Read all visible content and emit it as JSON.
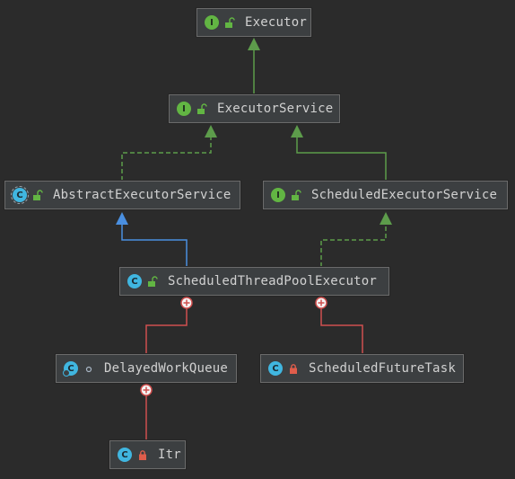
{
  "nodes": {
    "executor": {
      "label": "Executor",
      "kind": "interface",
      "badge": "I",
      "visibility": "public"
    },
    "executor_service": {
      "label": "ExecutorService",
      "kind": "interface",
      "badge": "I",
      "visibility": "public"
    },
    "abstract_executor_service": {
      "label": "AbstractExecutorService",
      "kind": "abstract-class",
      "badge": "C",
      "visibility": "public"
    },
    "scheduled_executor_service": {
      "label": "ScheduledExecutorService",
      "kind": "interface",
      "badge": "I",
      "visibility": "public"
    },
    "scheduled_thread_pool_executor": {
      "label": "ScheduledThreadPoolExecutor",
      "kind": "class",
      "badge": "C",
      "visibility": "public"
    },
    "delayed_work_queue": {
      "label": "DelayedWorkQueue",
      "kind": "static-class",
      "badge": "C",
      "visibility": "package-private"
    },
    "scheduled_future_task": {
      "label": "ScheduledFutureTask",
      "kind": "class",
      "badge": "C",
      "visibility": "private"
    },
    "itr": {
      "label": "Itr",
      "kind": "class",
      "badge": "C",
      "visibility": "private"
    }
  },
  "relations": [
    {
      "from": "executor_service",
      "to": "executor",
      "type": "extends"
    },
    {
      "from": "abstract_executor_service",
      "to": "executor_service",
      "type": "implements"
    },
    {
      "from": "scheduled_executor_service",
      "to": "executor_service",
      "type": "extends"
    },
    {
      "from": "scheduled_thread_pool_executor",
      "to": "abstract_executor_service",
      "type": "extends"
    },
    {
      "from": "scheduled_thread_pool_executor",
      "to": "scheduled_executor_service",
      "type": "implements"
    },
    {
      "from": "delayed_work_queue",
      "to": "scheduled_thread_pool_executor",
      "type": "inner"
    },
    {
      "from": "scheduled_future_task",
      "to": "scheduled_thread_pool_executor",
      "type": "inner"
    },
    {
      "from": "itr",
      "to": "delayed_work_queue",
      "type": "inner"
    }
  ],
  "colors": {
    "background": "#2b2b2b",
    "extends_interface": "#5d9c4b",
    "extends_class": "#4a8fe0",
    "implements": "#5d9c4b",
    "inner": "#d0504f",
    "interface_badge": "#62b543",
    "class_badge": "#40b6e0"
  },
  "icons": {
    "public": "unlocked-green-icon",
    "private": "lock-red-icon",
    "package-private": "circle-outline-icon"
  }
}
